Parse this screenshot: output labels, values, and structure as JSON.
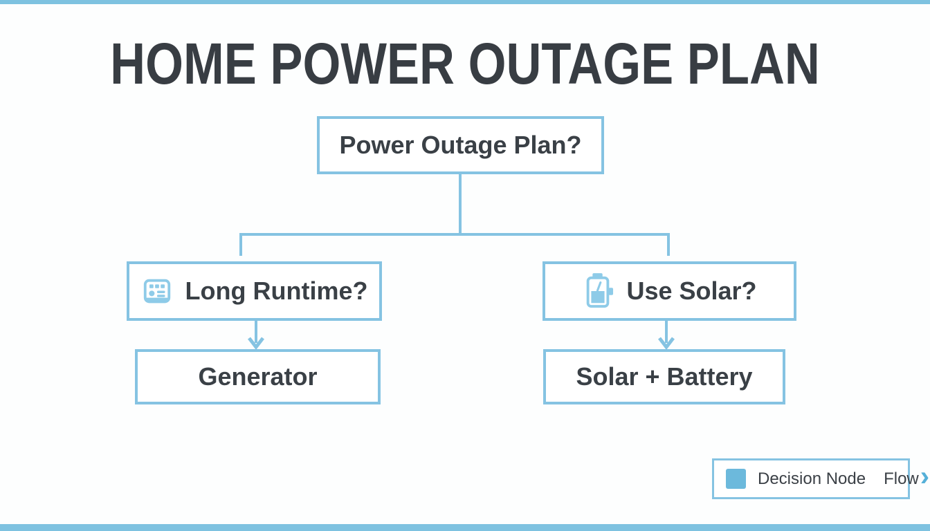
{
  "title": "HOME POWER OUTAGE PLAN",
  "flowchart": {
    "root": {
      "label": "Power Outage Plan?"
    },
    "branches": [
      {
        "question": "Long Runtime?",
        "icon": "generator-icon",
        "outcome": "Generator"
      },
      {
        "question": "Use Solar?",
        "icon": "battery-charging-icon",
        "outcome": "Solar + Battery"
      }
    ]
  },
  "legend": {
    "decision_node_label": "Decision Node",
    "flow_label": "Flow",
    "flow_arrow_glyph": "›"
  },
  "colors": {
    "accent_border": "#85c3e2",
    "icon_blue": "#8ecbe8",
    "legend_swatch": "#6cb9dc",
    "text_dark": "#3a4046",
    "edge_bar": "#7ec2e0"
  }
}
